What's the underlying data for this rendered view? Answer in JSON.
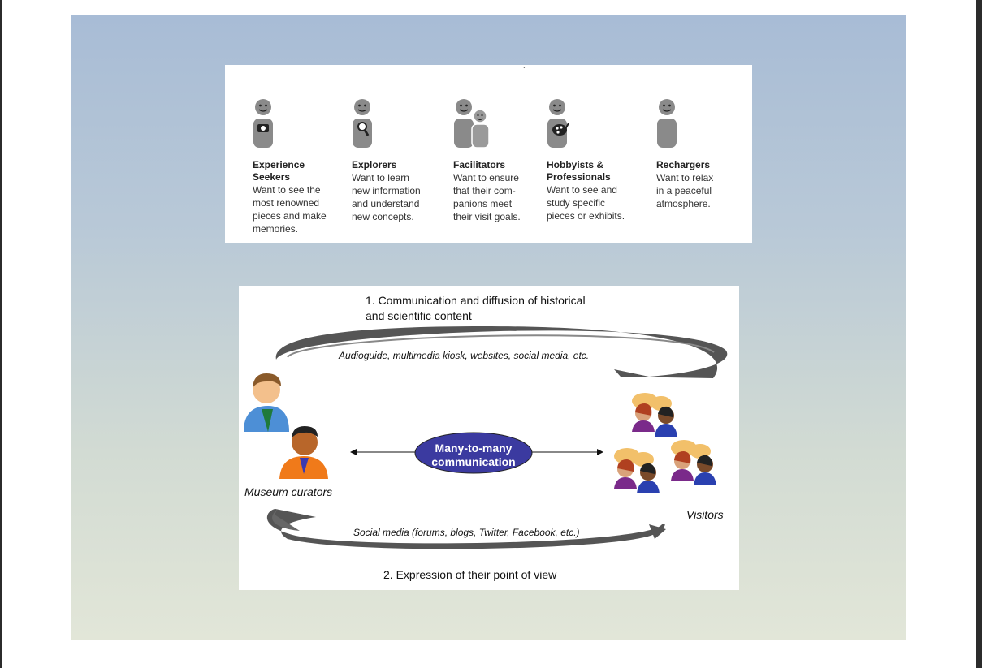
{
  "personas": [
    {
      "title": "Experience\nSeekers",
      "desc": "Want to see the\nmost renowned\npieces and make\nmemories.",
      "icon": "camera-person-icon"
    },
    {
      "title": "Explorers",
      "desc": "Want to learn\nnew information\nand understand\nnew concepts.",
      "icon": "magnifier-person-icon"
    },
    {
      "title": "Facilitators",
      "desc": "Want to ensure\nthat their com-\npanions meet\ntheir visit goals.",
      "icon": "companion-person-icon"
    },
    {
      "title": "Hobbyists &\nProfessionals",
      "desc": "Want to see and\nstudy specific\npieces or exhibits.",
      "icon": "palette-person-icon"
    },
    {
      "title": "Rechargers",
      "desc": "Want to relax\nin a peaceful\natmosphere.",
      "icon": "person-icon"
    }
  ],
  "top_mark": "`",
  "diagram": {
    "flow1_line1": "1. Communication and diffusion of historical",
    "flow1_line2": "and scientific content",
    "flow1_channels": "Audioguide, multimedia kiosk, websites, social media, etc.",
    "center_line1": "Many-to-many",
    "center_line2": "communication",
    "left_label": "Museum curators",
    "right_label": "Visitors",
    "flow2_channels": "Social media (forums, blogs, Twitter, Facebook, etc.)",
    "flow2_label": "2. Expression of their point of view",
    "ellipse_color": "#3b3aa0"
  }
}
